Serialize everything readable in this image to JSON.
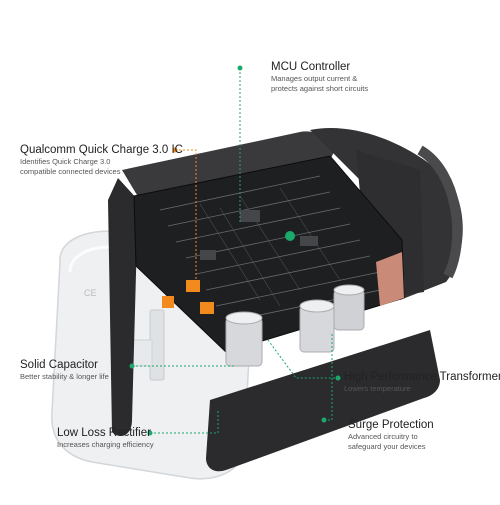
{
  "colors": {
    "accent_green": "#1aa86b",
    "accent_orange": "#f28a1e",
    "pcb": "#1e1f21",
    "housing": "#2b2b2d",
    "shell": "#eef0f2"
  },
  "callouts": [
    {
      "id": "mcu",
      "title": "MCU Controller",
      "lines": [
        "Manages output current &",
        "protects against short circuits"
      ]
    },
    {
      "id": "qc",
      "title": "Qualcomm Quick Charge 3.0 IC",
      "lines": [
        "Identifies Quick Charge 3.0",
        "compatible connected devices"
      ]
    },
    {
      "id": "cap",
      "title": "Solid Capacitor",
      "lines": [
        "Better stability & longer life"
      ]
    },
    {
      "id": "transformer",
      "title": "High Performance Transformer",
      "lines": [
        "Lowers temperature"
      ]
    },
    {
      "id": "rectifier",
      "title": "Low Loss  Rectifier",
      "lines": [
        "Increases charging efficiency"
      ]
    },
    {
      "id": "surge",
      "title": "Surge Protection",
      "lines": [
        "Advanced circuitry to",
        "safeguard your devices"
      ]
    }
  ]
}
